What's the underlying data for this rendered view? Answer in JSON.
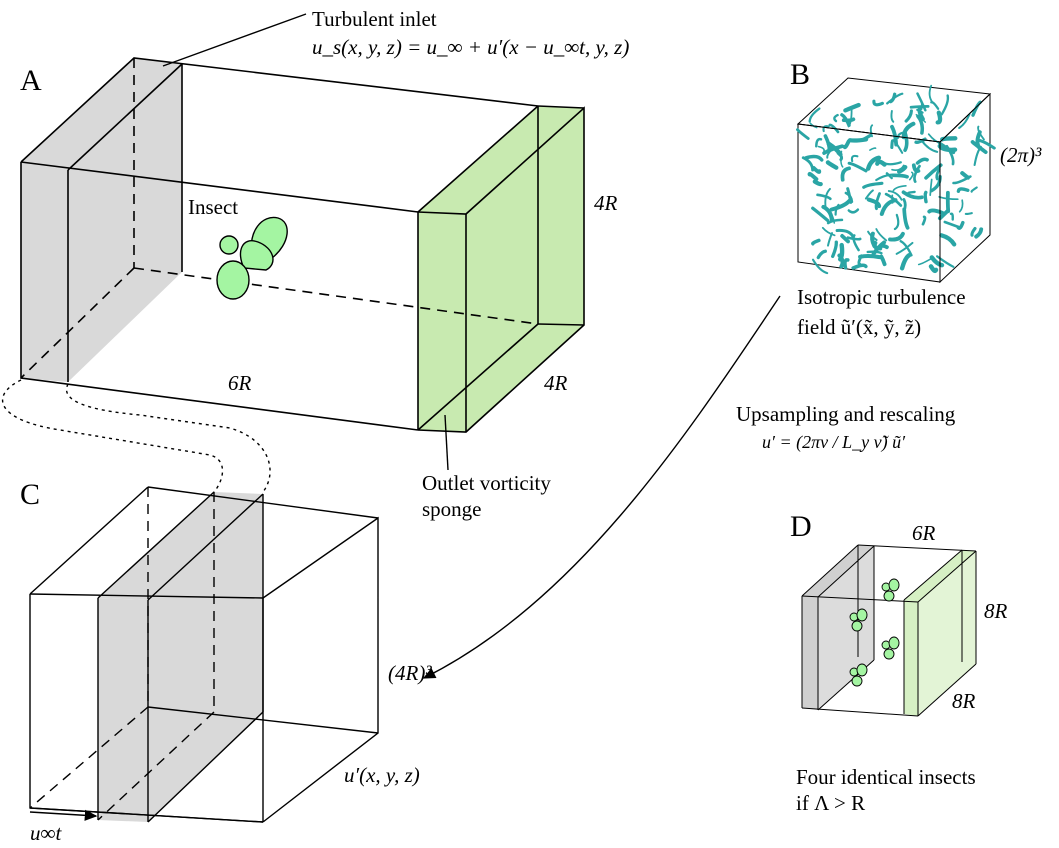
{
  "panels": {
    "a": {
      "letter": "A",
      "inlet_label": "Turbulent inlet",
      "inlet_formula": "u_s(x, y, z) = u_∞ + u′(x − u_∞t, y, z)",
      "insect_label": "Insect",
      "dim_height": "4R",
      "dim_length": "6R",
      "dim_depth": "4R",
      "sponge_label_line1": "Outlet vorticity",
      "sponge_label_line2": "sponge"
    },
    "b": {
      "letter": "B",
      "domain_size": "(2π)³",
      "caption_line1": "Isotropic turbulence",
      "caption_line2": "field ũ′(x̃, ỹ, z̃)"
    },
    "rescale": {
      "title": "Upsampling and rescaling",
      "formula": "u′ = (2πν / L_y ν̃) ũ′"
    },
    "c": {
      "letter": "C",
      "domain_size": "(4R)³",
      "field_label": "u′(x, y, z)",
      "shift_label": "u∞t"
    },
    "d": {
      "letter": "D",
      "dim_length": "6R",
      "dim_height": "8R",
      "dim_depth": "8R",
      "caption_line1": "Four identical insects",
      "caption_line2": "if Λ > R"
    }
  },
  "colors": {
    "inlet_gray": "#d9d9d9",
    "sponge_green": "#c8eab0",
    "insect_green": "#a4f5a2",
    "turbulence_teal": "#2aa5a5"
  }
}
